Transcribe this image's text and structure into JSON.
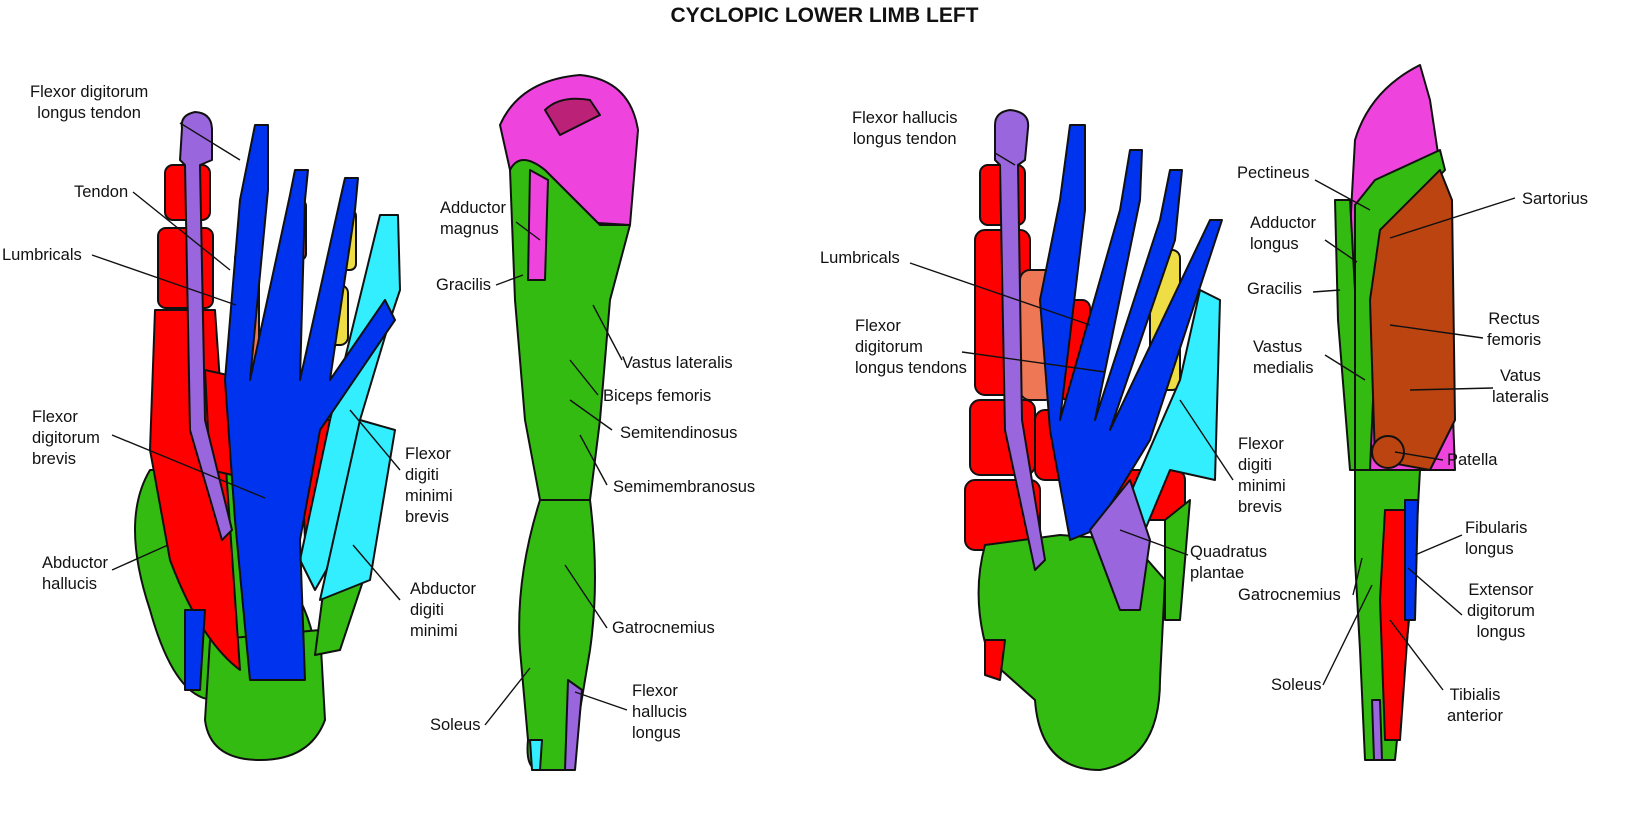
{
  "title": "CYCLOPIC LOWER LIMB LEFT",
  "colors": {
    "red": "#ff0000",
    "blue": "#0033ee",
    "purple": "#9966dd",
    "green": "#33bb11",
    "magenta": "#ee44dd",
    "salmon": "#ee7755",
    "yellow": "#eedd44",
    "cyan": "#33eeff",
    "brown": "#bb4411"
  },
  "panels": [
    {
      "labels": [
        "Flexor digitorum\nlongus tendon",
        "Tendon",
        "Lumbricals",
        "Flexor\ndigitorum\nbrevis",
        "Abductor\nhallucis",
        "Flexor\ndigiti\nminimi\nbrevis",
        "Abductor\ndigiti\nminimi"
      ]
    },
    {
      "labels": [
        "Adductor\nmagnus",
        "Gracilis",
        "Vastus lateralis",
        "Biceps femoris",
        "Semitendinosus",
        "Semimembranosus",
        "Gatrocnemius",
        "Soleus",
        "Flexor\nhallucis\nlongus"
      ]
    },
    {
      "labels": [
        "Flexor hallucis\nlongus tendon",
        "Lumbricals",
        "Flexor\ndigitorum\nlongus tendons",
        "Flexor\ndigiti\nminimi\nbrevis",
        "Quadratus\nplantae"
      ]
    },
    {
      "labels": [
        "Pectineus",
        "Sartorius",
        "Adductor\nlongus",
        "Gracilis",
        "Rectus\nfemoris",
        "Vastus\nmedialis",
        "Vatus\nlateralis",
        "Patella",
        "Fibularis\nlongus",
        "Gatrocnemius",
        "Extensor\ndigitorum\nlongus",
        "Soleus",
        "Tibialis\nanterior"
      ]
    }
  ]
}
